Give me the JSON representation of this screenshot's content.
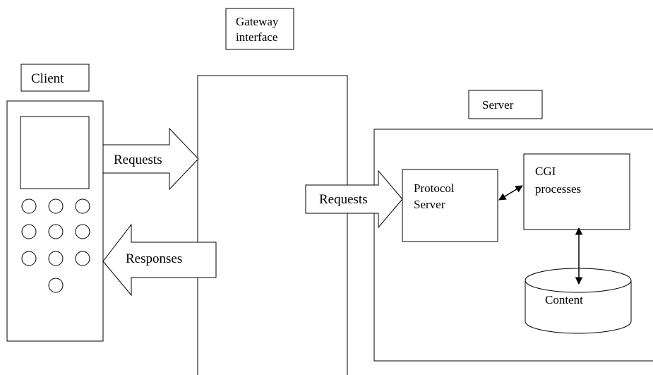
{
  "diagram": {
    "client_label": "Client",
    "gateway_label_line1": "Gateway",
    "gateway_label_line2": "interface",
    "server_label": "Server",
    "requests_to_gateway": "Requests",
    "responses_to_client": "Responses",
    "requests_to_server": "Requests",
    "protocol_server_line1": "Protocol",
    "protocol_server_line2": "Server",
    "cgi_line1": "CGI",
    "cgi_line2": "processes",
    "content_label": "Content"
  }
}
